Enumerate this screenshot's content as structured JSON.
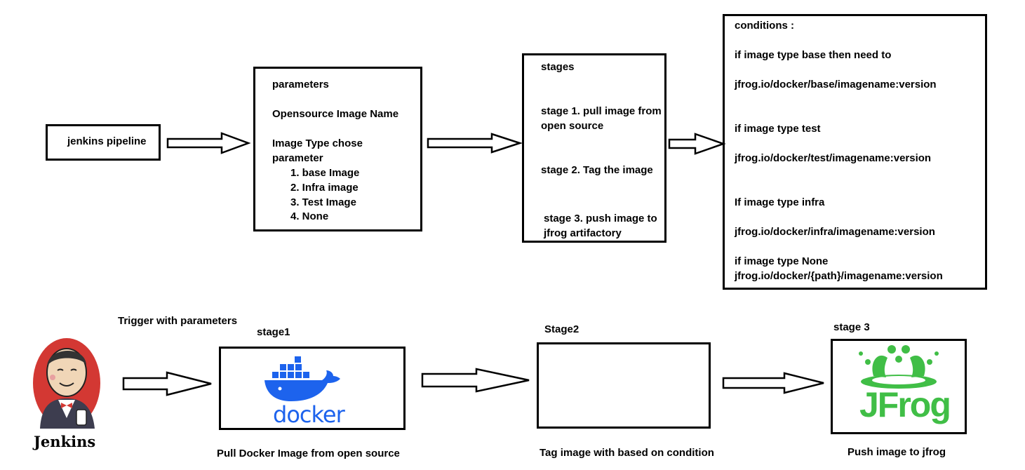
{
  "top": {
    "jenkins_pipeline": "jenkins pipeline",
    "parameters": {
      "title": "parameters",
      "image_name": "Opensource Image Name",
      "image_type_1": "Image Type  chose",
      "image_type_2": "parameter",
      "options": [
        "1. base Image",
        "2. Infra image",
        "3. Test Image",
        "4. None"
      ]
    },
    "stages": {
      "title": "stages",
      "stage1_a": "stage 1. pull image from",
      "stage1_b": "open source",
      "stage2": "stage 2. Tag the image",
      "stage3_a": "stage 3. push image to",
      "stage3_b": "jfrog artifactory"
    },
    "conditions": {
      "title": "conditions :",
      "base_if": "if image type base then need to",
      "base_path": "jfrog.io/docker/base/imagename:version",
      "test_if": "if image type test",
      "test_path": "jfrog.io/docker/test/imagename:version",
      "infra_if": "If image type infra",
      "infra_path": "jfrog.io/docker/infra/imagename:version",
      "none_if": "if image type None",
      "none_path": "jfrog.io/docker/{path}/imagename:version"
    }
  },
  "bottom": {
    "trigger_label": "Trigger with parameters",
    "jenkins_logo_text": "Jenkins",
    "stage1": {
      "label": "stage1",
      "logo_text": "docker",
      "caption": "Pull Docker Image from open source"
    },
    "stage2": {
      "label": "Stage2",
      "caption": "Tag image with based on condition"
    },
    "stage3": {
      "label": "stage 3",
      "logo_text": "JFrog",
      "caption": "Push image to jfrog"
    }
  },
  "colors": {
    "docker_blue": "#1d63ed",
    "jfrog_green": "#40be46",
    "jenkins_red": "#d33833"
  }
}
